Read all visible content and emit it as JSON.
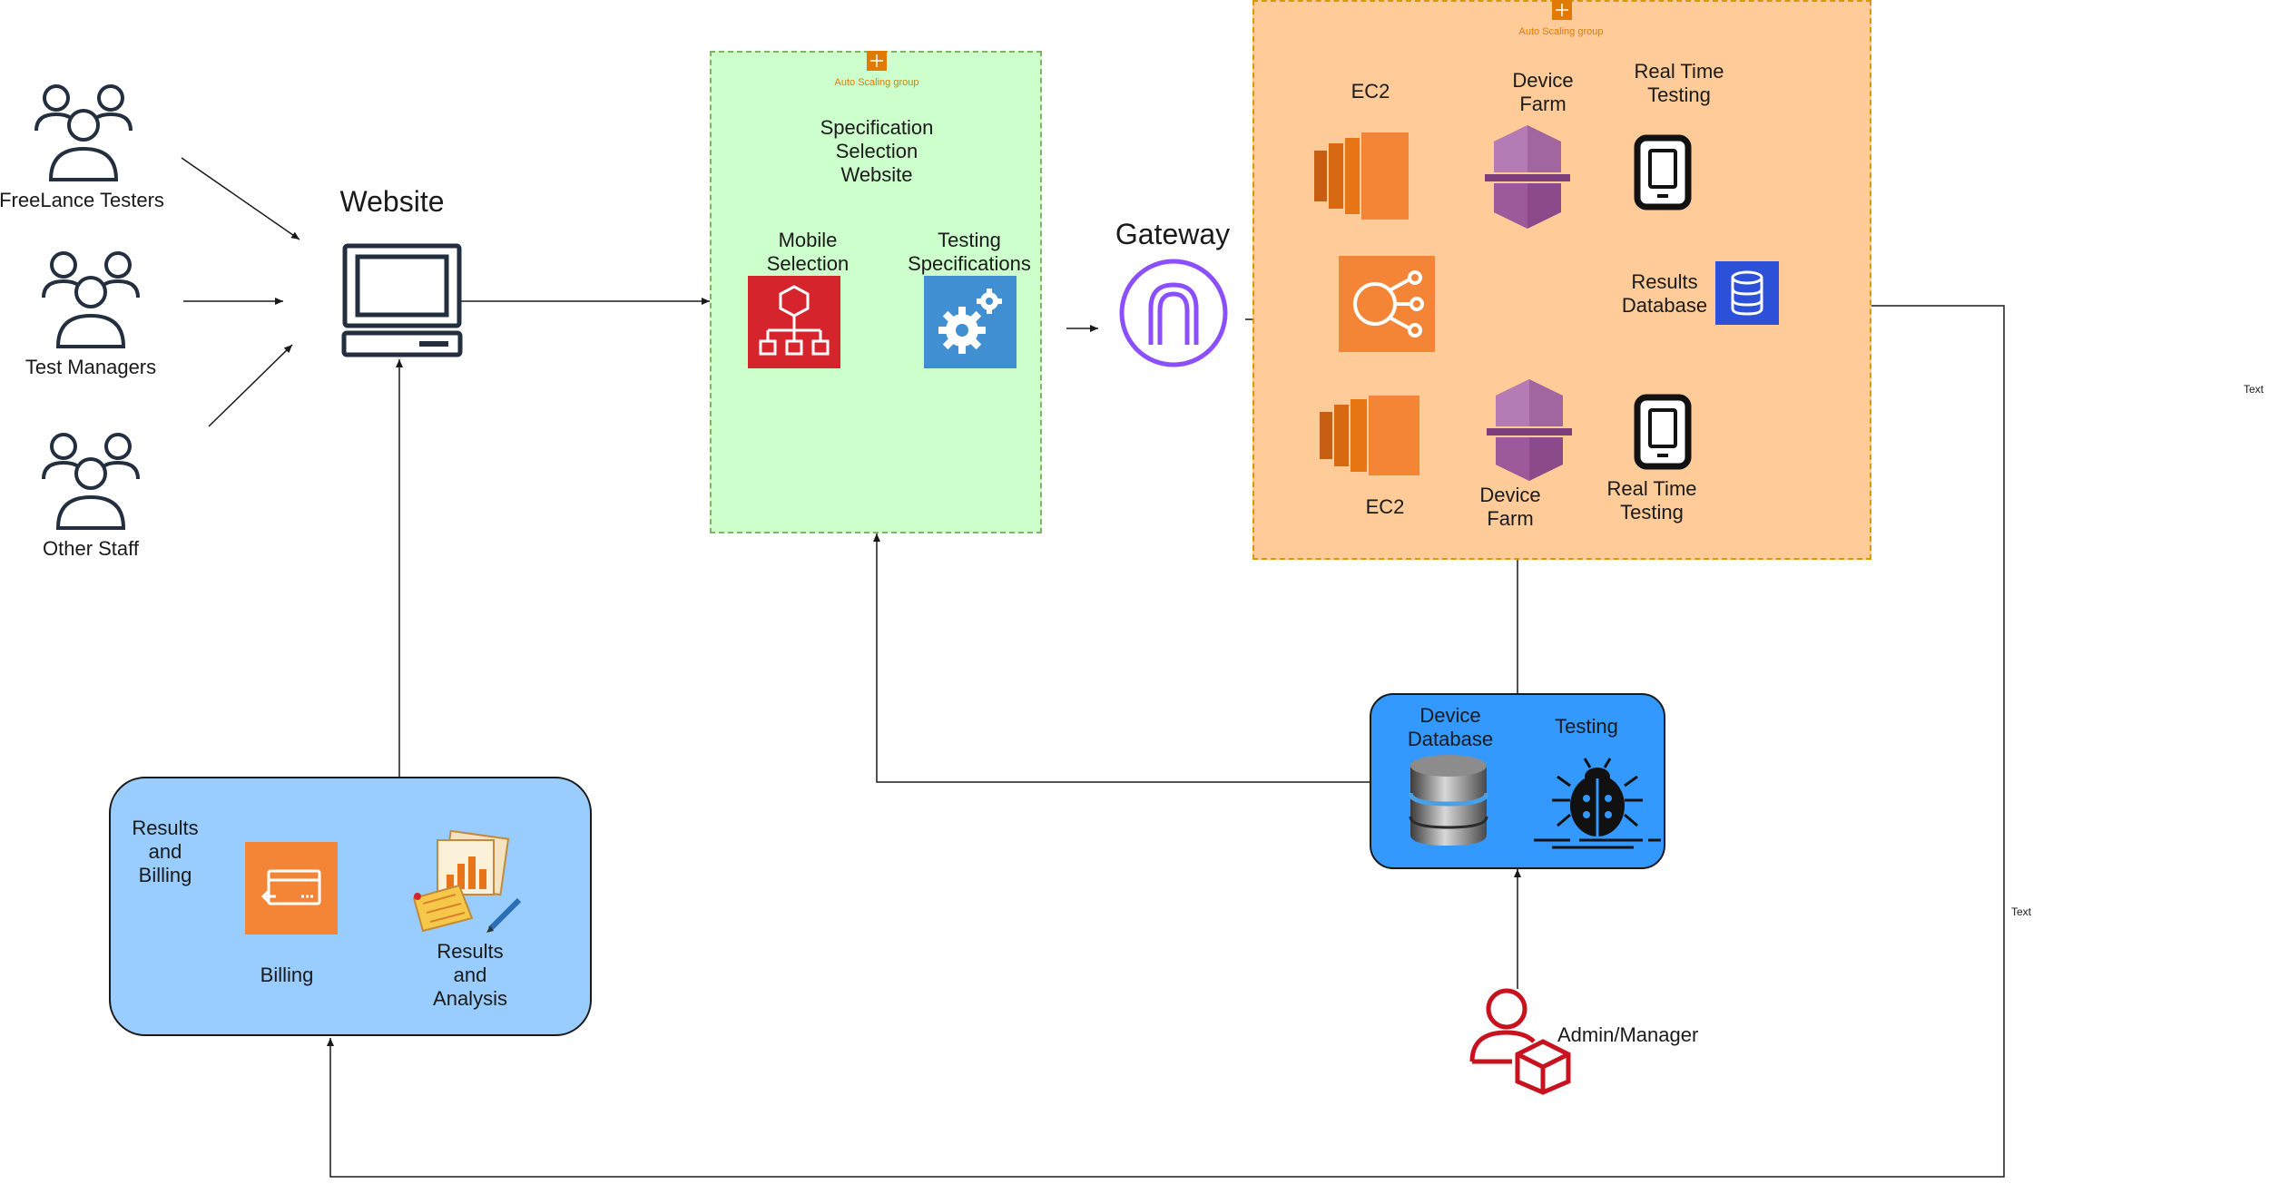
{
  "users": [
    {
      "label": "FreeLance Testers"
    },
    {
      "label": "Test Managers"
    },
    {
      "label": "Other Staff"
    }
  ],
  "website": {
    "label": "Website"
  },
  "spec_group": {
    "asg_label": "Auto Scaling group",
    "title": "Specification\nSelection\nWebsite",
    "mobile_label": "Mobile\nSelection",
    "testing_label": "Testing\nSpecifications"
  },
  "gateway": {
    "label": "Gateway"
  },
  "compute_group": {
    "asg_label": "Auto Scaling group",
    "ec2_top": "EC2",
    "ec2_bottom": "EC2",
    "device_farm_top": "Device\nFarm",
    "device_farm_bottom": "Device\nFarm",
    "rtt_top": "Real Time\nTesting",
    "rtt_bottom": "Real Time\nTesting",
    "results_db": "Results\nDatabase"
  },
  "billing_panel": {
    "title": "Results\nand\nBilling",
    "billing": "Billing",
    "analysis": "Results\nand\nAnalysis"
  },
  "db_panel": {
    "device_db": "Device\nDatabase",
    "testing": "Testing"
  },
  "admin": {
    "label": "Admin/Manager"
  },
  "stray_text": {
    "right": "Text",
    "line": "Text"
  },
  "colors": {
    "group_green": "#ccffcc",
    "group_orange": "#ffcc99",
    "aws_orange": "#f58536",
    "aws_purple": "#8c4fff",
    "aws_red": "#d6242d",
    "aws_blue": "#3f8fd2",
    "panel_blue": "#99ccff",
    "panel_db": "#3399ff"
  }
}
